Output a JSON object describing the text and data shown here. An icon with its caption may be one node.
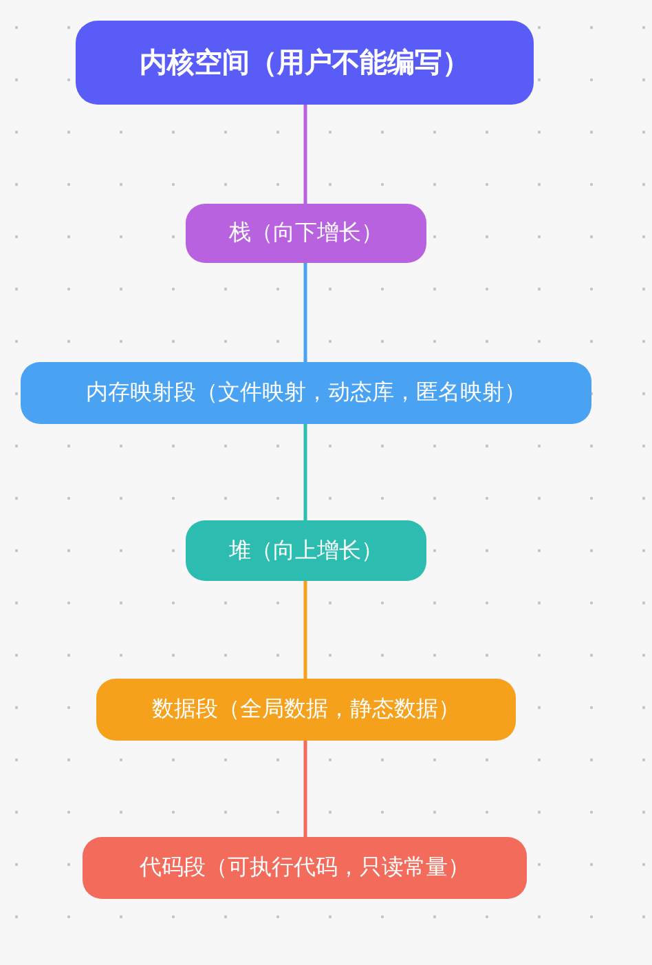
{
  "diagram": {
    "nodes": [
      {
        "text": [
          "内核空间（用户不能编写）"
        ]
      },
      {
        "text": [
          "栈（向下增长）"
        ]
      },
      {
        "text": [
          "内存映射段（文件映射，动态库，匿名映射）"
        ]
      },
      {
        "text": [
          "堆（向上增长）"
        ]
      },
      {
        "text": [
          "数据段（全局数据，静态数据）"
        ]
      },
      {
        "text": [
          "代码段（可执行代码，只读常量）"
        ]
      }
    ],
    "edges": [
      {
        "from": 0,
        "to": 1,
        "arrow": "none",
        "color": "#b862e0"
      },
      {
        "from": 1,
        "to": 2,
        "arrow": "none",
        "color": "#4aa3f2"
      },
      {
        "from": 2,
        "to": 3,
        "arrow": "none",
        "color": "#2dbdb0"
      },
      {
        "from": 3,
        "to": 4,
        "arrow": "none",
        "color": "#f5a11c"
      },
      {
        "from": 4,
        "to": 5,
        "arrow": "none",
        "color": "#f26b5b"
      }
    ]
  }
}
